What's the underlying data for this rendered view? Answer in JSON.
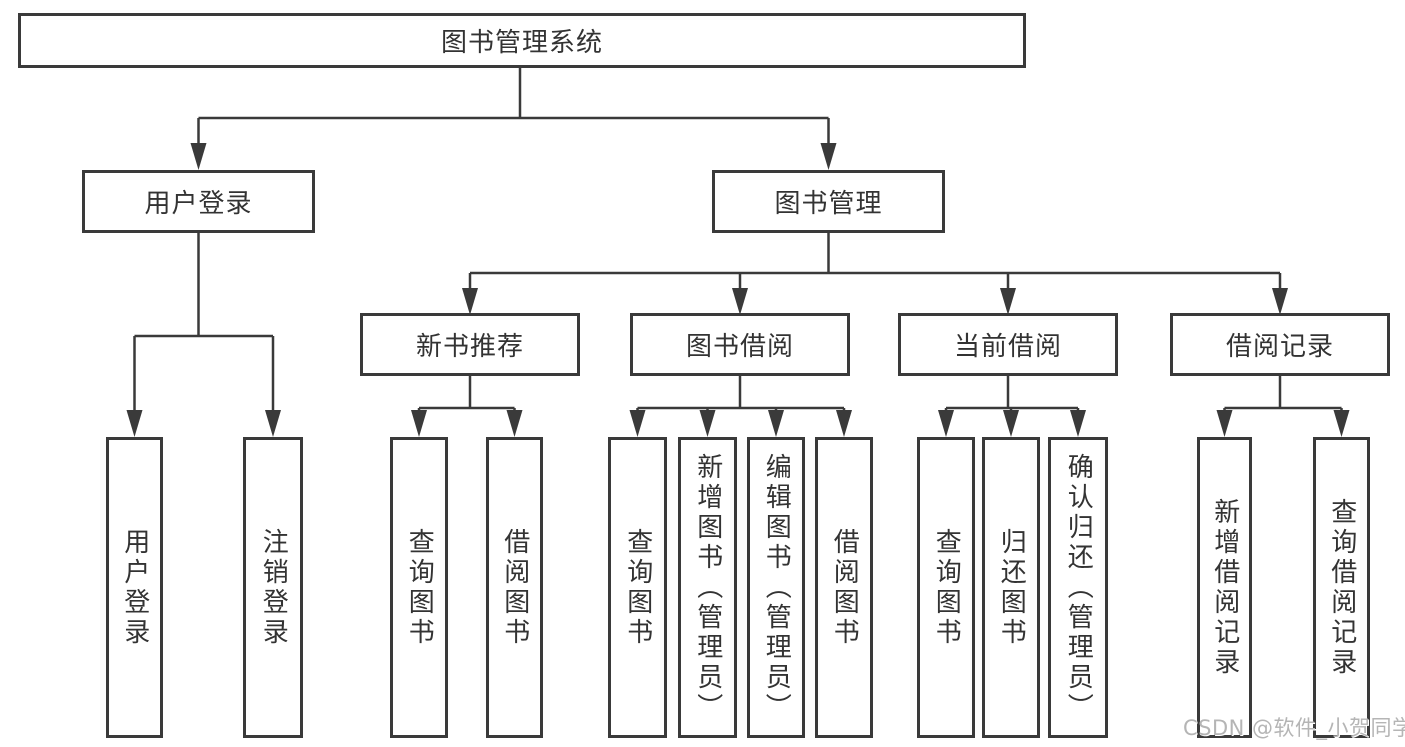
{
  "root_label": "图书管理系统",
  "tree": {
    "user_login": {
      "label": "用户登录",
      "children": [
        "用户登录",
        "注销登录"
      ]
    },
    "book_management": {
      "label": "图书管理",
      "children": {
        "new_books": {
          "label": "新书推荐",
          "children": [
            "查询图书",
            "借阅图书"
          ]
        },
        "borrowing": {
          "label": "图书借阅",
          "children": [
            "查询图书",
            "新增图书（管理员）",
            "编辑图书（管理员）",
            "借阅图书"
          ]
        },
        "current": {
          "label": "当前借阅",
          "children": [
            "查询图书",
            "归还图书",
            "确认归还（管理员）"
          ]
        },
        "records": {
          "label": "借阅记录",
          "children": [
            "新增借阅记录",
            "查询借阅记录"
          ]
        }
      }
    }
  },
  "watermark": "CSDN @软件_小贺同学",
  "colors": {
    "line": "#3a3a3a",
    "text": "#333333",
    "watermark": "#b5b5b5",
    "background": "#ffffff"
  }
}
